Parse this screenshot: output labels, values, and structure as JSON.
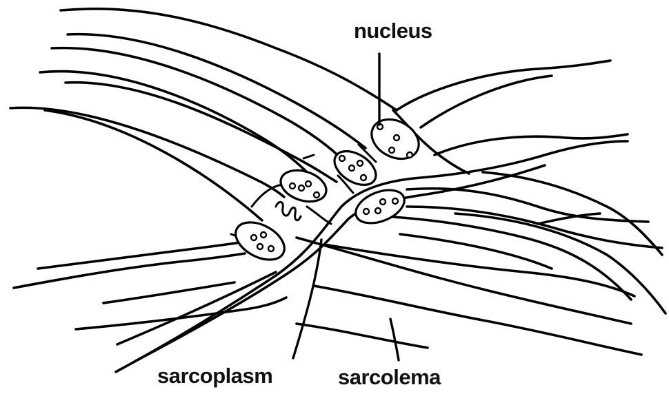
{
  "labels": {
    "nucleus": "nucleus",
    "sarcoplasm": "sarcoplasm",
    "sarcolema": "sarcolema"
  },
  "colors": {
    "ink": "#000000",
    "background": "#ffffff"
  }
}
